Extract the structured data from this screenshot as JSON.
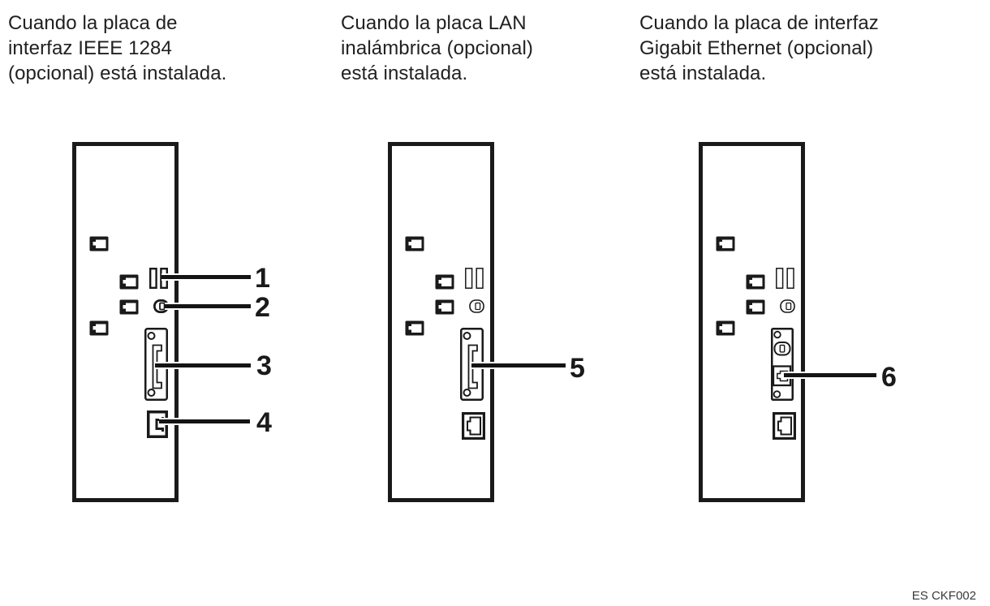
{
  "panels": [
    {
      "caption_lines": [
        "Cuando la placa de",
        "interfaz IEEE 1284",
        "(opcional) está instalada."
      ],
      "callouts": [
        {
          "label": "1"
        },
        {
          "label": "2"
        },
        {
          "label": "3"
        },
        {
          "label": "4"
        }
      ]
    },
    {
      "caption_lines": [
        "Cuando la placa LAN",
        "inalámbrica (opcional)",
        "está instalada."
      ],
      "callouts": [
        {
          "label": "5"
        }
      ]
    },
    {
      "caption_lines": [
        "Cuando la placa de interfaz",
        "Gigabit Ethernet (opcional)",
        "está instalada."
      ],
      "callouts": [
        {
          "label": "6"
        }
      ]
    }
  ],
  "footer": {
    "figure_code": "ES CKF002"
  },
  "colors": {
    "line": "#1a1a1a",
    "text": "#212121"
  }
}
